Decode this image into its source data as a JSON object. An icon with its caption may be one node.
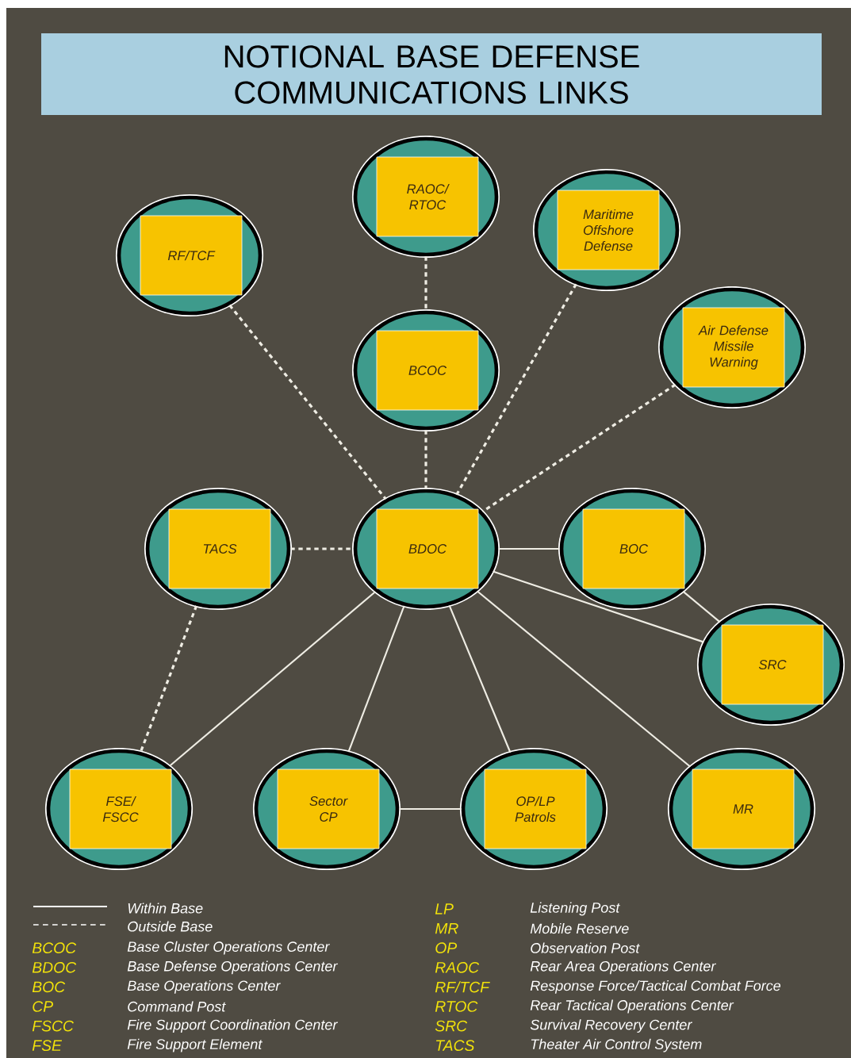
{
  "diagram": {
    "title": "NOTIONAL BASE DEFENSE COMMUNICATIONS LINKS",
    "nodes": [
      {
        "text": [
          "RAOC/ RTOC"
        ]
      },
      {
        "text": [
          "RF/TCF"
        ]
      },
      {
        "text": [
          "Maritime Offshore Defense"
        ]
      },
      {
        "text": [
          "Air Defense Missile Warning"
        ]
      },
      {
        "text": [
          "BCOC"
        ]
      },
      {
        "text": [
          "TACS"
        ]
      },
      {
        "text": [
          "BDOC"
        ]
      },
      {
        "text": [
          "BOC"
        ]
      },
      {
        "text": [
          "SRC"
        ]
      },
      {
        "text": [
          "FSE/ FSCC"
        ]
      },
      {
        "text": [
          "Sector CP"
        ]
      },
      {
        "text": [
          "OP/LP Patrols"
        ]
      },
      {
        "text": [
          "MR"
        ]
      }
    ],
    "edges": [
      {
        "from": 0,
        "to": 4,
        "arrow": "none",
        "style": "dashed"
      },
      {
        "from": 1,
        "to": 6,
        "arrow": "none",
        "style": "dashed"
      },
      {
        "from": 2,
        "to": 6,
        "arrow": "none",
        "style": "dashed"
      },
      {
        "from": 3,
        "to": 6,
        "arrow": "none",
        "style": "dashed"
      },
      {
        "from": 4,
        "to": 6,
        "arrow": "none",
        "style": "dashed"
      },
      {
        "from": 5,
        "to": 6,
        "arrow": "none",
        "style": "dashed"
      },
      {
        "from": 5,
        "to": 9,
        "arrow": "none",
        "style": "dashed"
      },
      {
        "from": 6,
        "to": 7,
        "arrow": "none"
      },
      {
        "from": 7,
        "to": 8,
        "arrow": "none"
      },
      {
        "from": 6,
        "to": 8,
        "arrow": "none"
      },
      {
        "from": 6,
        "to": 9,
        "arrow": "none"
      },
      {
        "from": 6,
        "to": 10,
        "arrow": "none"
      },
      {
        "from": 6,
        "to": 11,
        "arrow": "none"
      },
      {
        "from": 6,
        "to": 12,
        "arrow": "none"
      },
      {
        "from": 10,
        "to": 11,
        "arrow": "none"
      }
    ],
    "labels": [
      "LP",
      "Listening Post",
      "MR",
      "Mobile Reserve",
      "BCOC",
      "Base Cluster Operations Center",
      "OP",
      "Observation Post",
      "BDOC",
      "Base Defense Operations Center",
      "RAOC",
      "Rear Area Operations Center",
      "BOC",
      "Base Operations Center",
      "RF/TCF",
      "Response Force/Tactical Combat Force",
      "CP",
      "Command Post",
      "RTOC",
      "Rear Tactical Operations Center",
      "FSCC",
      "Fire Support Coordination Center",
      "SRC",
      "Survival Recovery Center",
      "FSE",
      "Fire Support Element",
      "TACS",
      "Theater Air Control System"
    ],
    "legend": [
      {
        "text": "Within Base"
      },
      {
        "text": "Outside Base"
      }
    ]
  }
}
